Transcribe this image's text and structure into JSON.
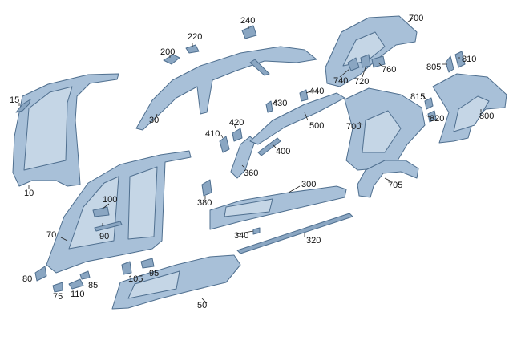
{
  "labels": [
    {
      "id": "p10",
      "text": "10"
    },
    {
      "id": "p15",
      "text": "15"
    },
    {
      "id": "p30",
      "text": "30"
    },
    {
      "id": "p50",
      "text": "50"
    },
    {
      "id": "p70",
      "text": "70"
    },
    {
      "id": "p75",
      "text": "75"
    },
    {
      "id": "p80",
      "text": "80"
    },
    {
      "id": "p85",
      "text": "85"
    },
    {
      "id": "p90",
      "text": "90"
    },
    {
      "id": "p95",
      "text": "95"
    },
    {
      "id": "p100",
      "text": "100"
    },
    {
      "id": "p105",
      "text": "105"
    },
    {
      "id": "p110",
      "text": "110"
    },
    {
      "id": "p200",
      "text": "200"
    },
    {
      "id": "p220",
      "text": "220"
    },
    {
      "id": "p240",
      "text": "240"
    },
    {
      "id": "p300",
      "text": "300"
    },
    {
      "id": "p320",
      "text": "320"
    },
    {
      "id": "p340",
      "text": "340"
    },
    {
      "id": "p360",
      "text": "360"
    },
    {
      "id": "p380",
      "text": "380"
    },
    {
      "id": "p400",
      "text": "400"
    },
    {
      "id": "p410",
      "text": "410"
    },
    {
      "id": "p420",
      "text": "420"
    },
    {
      "id": "p430",
      "text": "430"
    },
    {
      "id": "p440",
      "text": "440"
    },
    {
      "id": "p500",
      "text": "500"
    },
    {
      "id": "p700a",
      "text": "700"
    },
    {
      "id": "p700b",
      "text": "700"
    },
    {
      "id": "p705",
      "text": "705"
    },
    {
      "id": "p720",
      "text": "720"
    },
    {
      "id": "p740",
      "text": "740"
    },
    {
      "id": "p760",
      "text": "760"
    },
    {
      "id": "p800",
      "text": "800"
    },
    {
      "id": "p805",
      "text": "805"
    },
    {
      "id": "p810",
      "text": "810"
    },
    {
      "id": "p815",
      "text": "815"
    },
    {
      "id": "p820",
      "text": "820"
    }
  ],
  "colors": {
    "part_fill": "#a8c0d8",
    "part_stroke": "#4f6f8f",
    "label": "#111111"
  }
}
